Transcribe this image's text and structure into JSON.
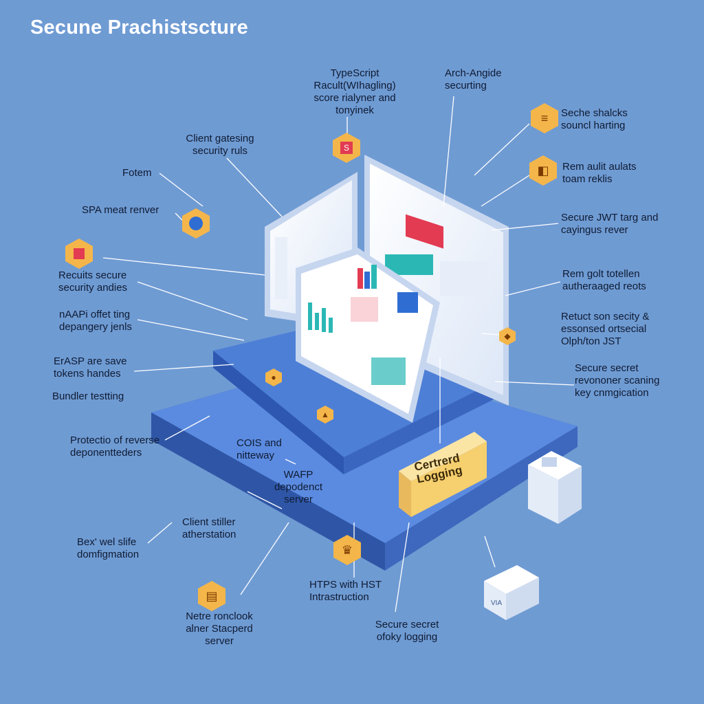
{
  "title": "Secune Prachistscture",
  "callouts": {
    "typescript": [
      "TypeScript",
      "Racult(WIhagling)",
      "score rialyner and",
      "tonyinek"
    ],
    "arch_angide": [
      "Arch-Angide",
      "securting"
    ],
    "seche_shalcks": [
      "Seche shalcks",
      "souncl harting"
    ],
    "rem_aulit": [
      "Rem aulit aulats",
      "toam reklis"
    ],
    "secure_jwt": [
      "Secure JWT targ and",
      "cayingus rever"
    ],
    "rem_gelt": [
      "Rem golt totellen",
      "autheraaged reots"
    ],
    "retuct": [
      "Retuct son secity &",
      "essonsed ortsecial",
      "Olph/ton JST"
    ],
    "secure_secret_right": [
      "Secure secret",
      "revononer scaning",
      "key cnmgication"
    ],
    "client_gatesing": [
      "Client gatesing",
      "security ruls"
    ],
    "fotem": [
      "Fotem"
    ],
    "spa_meat": [
      "SPA meat renver"
    ],
    "recuits": [
      "Recuits secure",
      "security andies"
    ],
    "naapi": [
      "nAAPi offet ting",
      "depangery jenls"
    ],
    "erasp": [
      "ErASP are save",
      "tokens handes"
    ],
    "bundler": [
      "Bundler testting"
    ],
    "protectio": [
      "Protectio of reverse",
      "deponentteders"
    ],
    "cois": [
      "COIS and",
      "nitteway"
    ],
    "wafp": [
      "WAFP",
      "depodenct",
      "server"
    ],
    "client_stiller": [
      "Client stiller",
      "atherstation"
    ],
    "bex": [
      "Bex' wel slife",
      "domfigmation"
    ],
    "netre": [
      "Netre ronclook",
      "alner Stacperd",
      "server"
    ],
    "https": [
      "HTPS with HST",
      "Intrastruction"
    ],
    "secure_secret_bottom": [
      "Secure secret",
      "ofoky logging"
    ]
  },
  "center_box_label": [
    "Certrerd",
    "Logging"
  ],
  "server_box_label": "VIA",
  "colors": {
    "background": "#6f9bd3",
    "platform_top": "#4d7fd6",
    "platform_front": "#3a63b8",
    "accent_orange": "#f4b64a",
    "screen_white": "#f4f7fc"
  },
  "icons": [
    "shield-s-icon",
    "document-icon",
    "audit-icon",
    "user-avatar-icon",
    "lock-chip-icon",
    "bug-icon",
    "package-icon",
    "key-icon"
  ]
}
